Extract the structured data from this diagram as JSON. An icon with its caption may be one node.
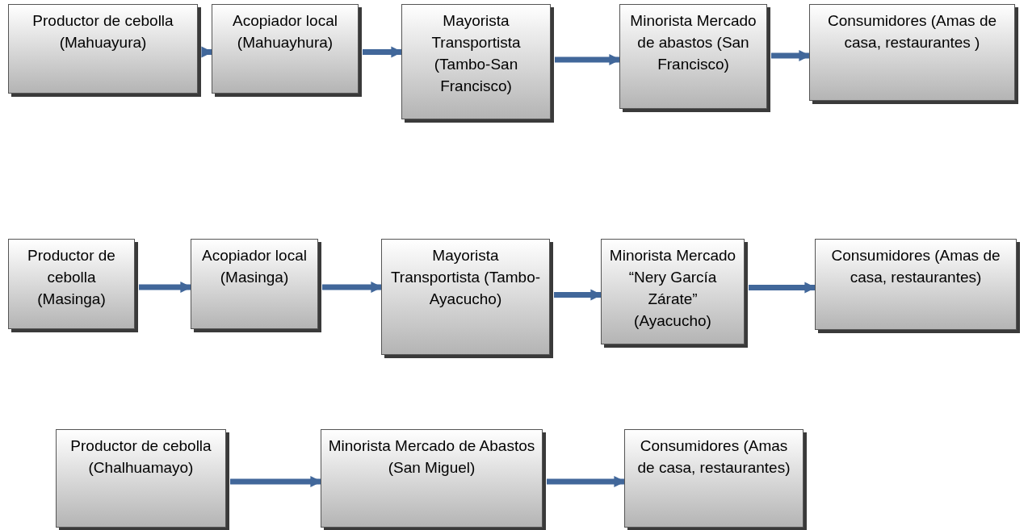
{
  "diagram": {
    "nodes": [
      {
        "text": [
          "Productor de cebolla (Mahuayura)"
        ]
      },
      {
        "text": [
          "Acopiador local (Mahuayhura)"
        ]
      },
      {
        "text": [
          "Mayorista Transportista (Tambo-San Francisco)"
        ]
      },
      {
        "text": [
          "Minorista Mercado de abastos (San Francisco)"
        ]
      },
      {
        "text": [
          "Consumidores (Amas de casa, restaurantes )"
        ]
      },
      {
        "text": [
          "Productor de cebolla (Masinga)"
        ]
      },
      {
        "text": [
          "Acopiador local (Masinga)"
        ]
      },
      {
        "text": [
          "Mayorista Transportista (Tambo- Ayacucho)"
        ]
      },
      {
        "text": [
          "Minorista Mercado “Nery García Zárate” (Ayacucho)"
        ]
      },
      {
        "text": [
          "Consumidores (Amas de casa, restaurantes)"
        ]
      },
      {
        "text": [
          "Productor de cebolla (Chalhuamayo)"
        ]
      },
      {
        "text": [
          "Minorista Mercado de Abastos (San Miguel)"
        ]
      },
      {
        "text": [
          "Consumidores (Amas de casa, restaurantes)"
        ]
      }
    ],
    "edges": [
      {
        "from": 0,
        "to": 1,
        "arrow": "to"
      },
      {
        "from": 1,
        "to": 2,
        "arrow": "to"
      },
      {
        "from": 2,
        "to": 3,
        "arrow": "to"
      },
      {
        "from": 3,
        "to": 4,
        "arrow": "to"
      },
      {
        "from": 5,
        "to": 6,
        "arrow": "to"
      },
      {
        "from": 6,
        "to": 7,
        "arrow": "to"
      },
      {
        "from": 7,
        "to": 8,
        "arrow": "to"
      },
      {
        "from": 8,
        "to": 9,
        "arrow": "to"
      },
      {
        "from": 10,
        "to": 11,
        "arrow": "to"
      },
      {
        "from": 11,
        "to": 12,
        "arrow": "to"
      }
    ]
  }
}
